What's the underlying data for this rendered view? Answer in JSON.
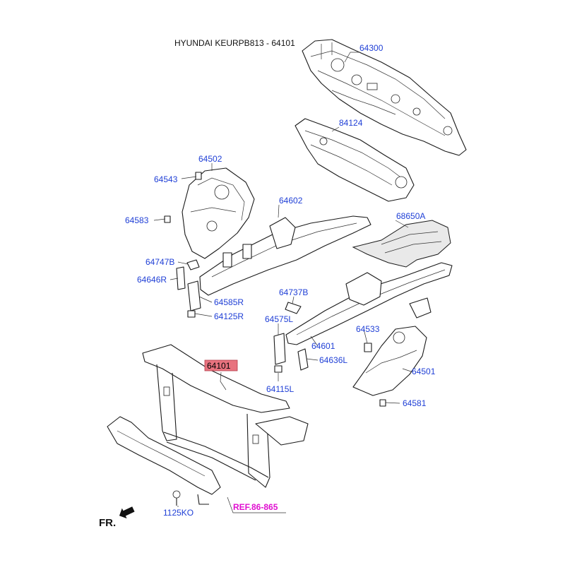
{
  "title": "HYUNDAI KEURPB813 - 64101",
  "front_label": "FR.",
  "reference": "REF.86-865",
  "colors": {
    "label_blue": "#1f3fd6",
    "highlight_fill": "#e8737f",
    "reference_magenta": "#e010d0"
  },
  "parts": {
    "p64300": "64300",
    "p84124": "84124",
    "p64502": "64502",
    "p64543": "64543",
    "p64583": "64583",
    "p64602": "64602",
    "p68650A": "68650A",
    "p64747B": "64747B",
    "p64646R": "64646R",
    "p64585R": "64585R",
    "p64125R": "64125R",
    "p64737B": "64737B",
    "p64575L": "64575L",
    "p64533": "64533",
    "p64601": "64601",
    "p64636L": "64636L",
    "p64501": "64501",
    "p64581": "64581",
    "p64101": "64101",
    "p64115L": "64115L",
    "p1125KO": "1125KO"
  },
  "highlighted_part": "64101"
}
